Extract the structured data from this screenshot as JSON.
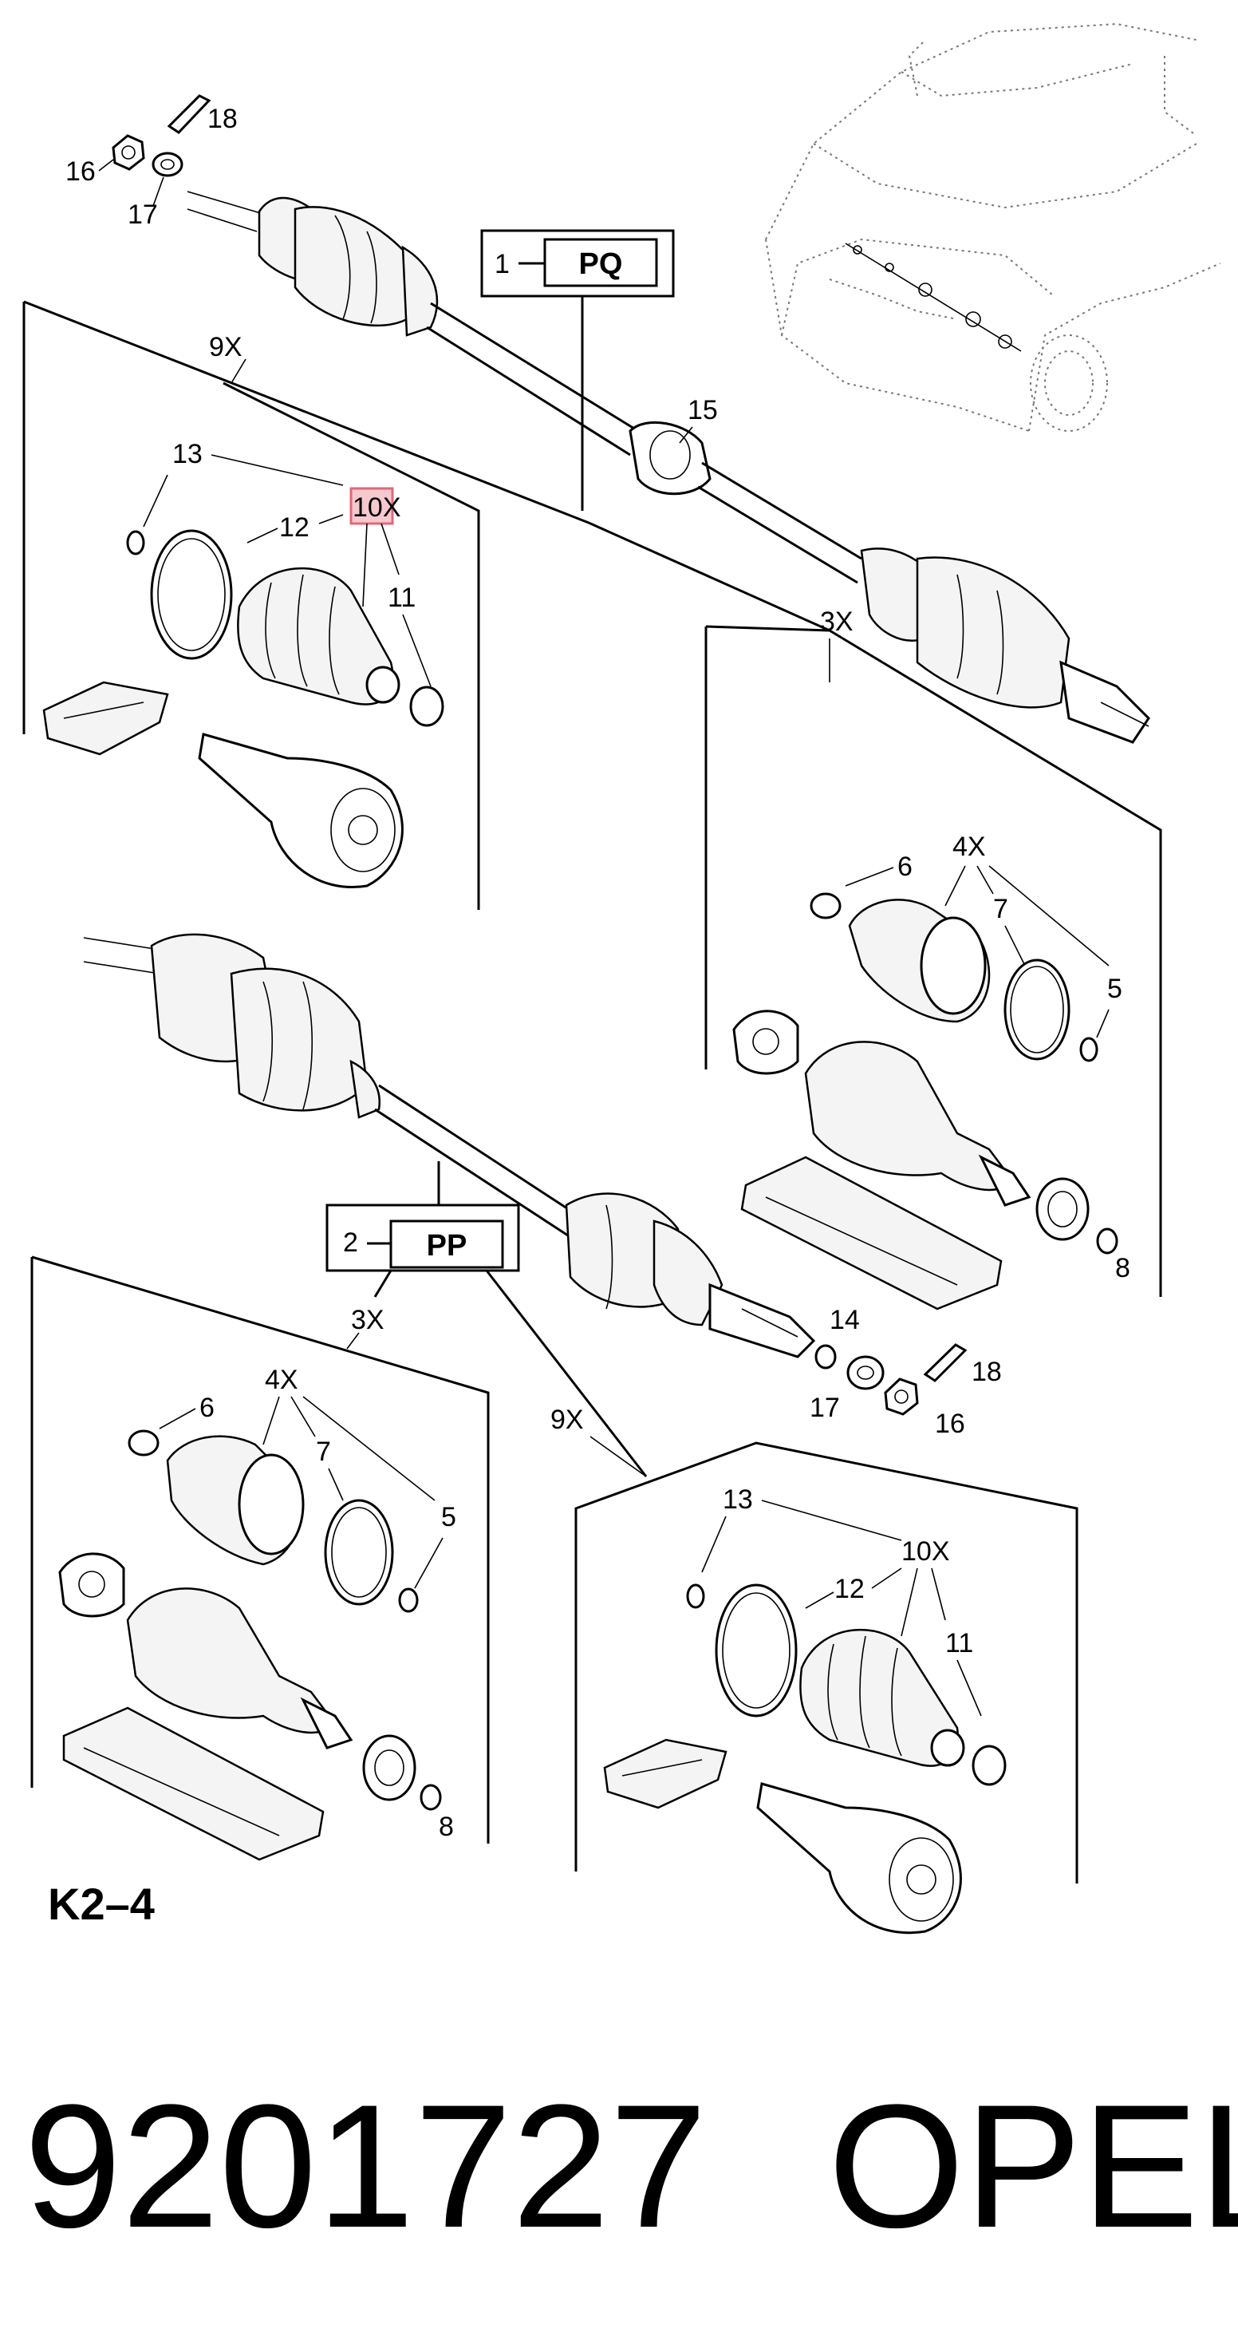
{
  "groups": {
    "top": {
      "ref": "1",
      "code": "PQ"
    },
    "bottom": {
      "ref": "2",
      "code": "PP"
    }
  },
  "kits": {
    "kit_9x": "9X",
    "kit_3x": "3X",
    "kit_10x": "10X",
    "kit_4x": "4X"
  },
  "callouts": {
    "n5": "5",
    "n6": "6",
    "n7": "7",
    "n8": "8",
    "n11": "11",
    "n12": "12",
    "n13": "13",
    "n14": "14",
    "n15": "15",
    "n16": "16",
    "n17": "17",
    "n18": "18"
  },
  "page_code": "K2–4",
  "part_number": "9201727",
  "brand": "OPEL",
  "colors": {
    "line": "#000000",
    "highlight": "#f6c9cf",
    "highlight_border": "#e06a78"
  }
}
